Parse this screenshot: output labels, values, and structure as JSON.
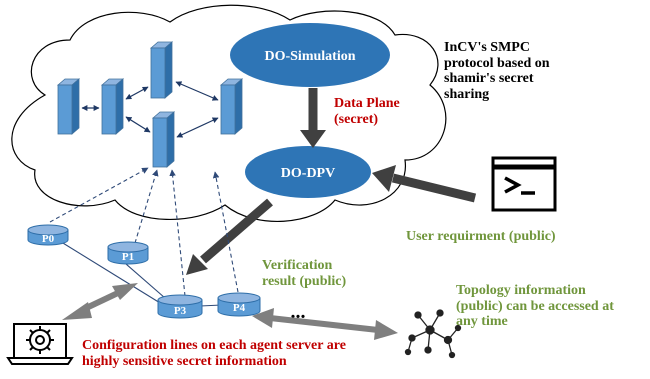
{
  "nodes": {
    "simulation": "DO-Simulation",
    "dpv": "DO-DPV"
  },
  "agents": [
    "P0",
    "P1",
    "P3",
    "P4"
  ],
  "labels": {
    "protocol": [
      "InCV's SMPC",
      "protocol based on",
      "shamir's secret",
      "sharing"
    ],
    "data_plane": [
      "Data Plane",
      "(secret)"
    ],
    "user_requirement": "User requirment (public)",
    "verification": [
      "Verification",
      "result (public)"
    ],
    "topology": [
      "Topology information",
      "(public) can be accessed at",
      "any time"
    ],
    "configuration": [
      "Configuration lines on each agent server are",
      "highly sensitive secret information"
    ],
    "ellipsis": "..."
  },
  "icons": {
    "terminal": "terminal-icon",
    "gear": "gear-icon",
    "topology": "topology-graph-icon"
  },
  "colors": {
    "node_blue": "#2e75b6",
    "box_blue": "#5b9bd5",
    "arrow_dark": "#404040",
    "arrow_gray": "#7f7f7f",
    "secret_red": "#c00000",
    "public_green": "#70963c"
  }
}
